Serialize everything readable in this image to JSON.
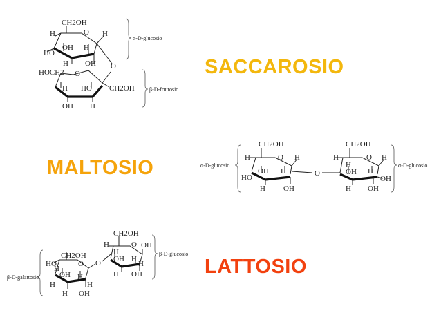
{
  "titles": {
    "saccarosio": "SACCAROSIO",
    "maltosio": "MALTOSIO",
    "lattosio": "LATTOSIO"
  },
  "colors": {
    "saccarosio": "#f3b70d",
    "maltosio": "#f5a30b",
    "lattosio": "#f2410f"
  },
  "saccarosio_diagram": {
    "glucose": {
      "ch2oh": "CH2OH",
      "o": "O",
      "h_left": "H",
      "h_right": "H",
      "oh_inner": "OH",
      "h_inner": "H",
      "ho_left": "HO",
      "h_bottom": "H",
      "oh_bottom": "OH",
      "bridge_o": "O",
      "bracket_label": "α-D-glucosio"
    },
    "fructose": {
      "hoch2": "HOCH2",
      "o": "O",
      "h_left": "H",
      "ho_inner": "HO",
      "ch2oh": "CH2OH",
      "oh_bottom": "OH",
      "h_bottom": "H",
      "bracket_label": "β-D-fruttosio"
    }
  },
  "maltosio_diagram": {
    "left_bracket_label": "α-D-glucosio",
    "right_bracket_label": "α-D-glucosio",
    "ring1": {
      "ch2oh": "CH2OH",
      "o": "O",
      "h_left": "H",
      "h_right": "H",
      "oh_inner": "OH",
      "h_inner": "H",
      "ho": "HO",
      "h_bottom": "H",
      "oh_bottom": "OH"
    },
    "bridge_o": "O",
    "ring2": {
      "ch2oh": "CH2OH",
      "o": "O",
      "h_left": "H",
      "h_right": "H",
      "h_inner_top": "H",
      "oh_inner": "OH",
      "h_inner": "H",
      "oh_right": "OH",
      "h_bottom": "H",
      "oh_bottom": "OH"
    }
  },
  "lattosio_diagram": {
    "left_bracket_label": "β-D-galattosio",
    "right_bracket_label": "β-D-glucosio",
    "ring1": {
      "ch2oh": "CH2OH",
      "o": "O",
      "ho": "HO",
      "h_inner": "H",
      "oh_inner": "OH",
      "h_inner2": "H",
      "h_right": "H",
      "h_left": "H",
      "h_bottom": "H",
      "oh_bottom": "OH"
    },
    "bridge_o": "O",
    "ring2": {
      "ch2oh": "CH2OH",
      "o": "O",
      "h_left": "H",
      "oh_right": "OH",
      "h_inner_top": "H",
      "oh_inner": "OH",
      "h_inner": "H",
      "h_right": "H",
      "h_bottom": "H",
      "oh_bottom": "OH"
    }
  }
}
